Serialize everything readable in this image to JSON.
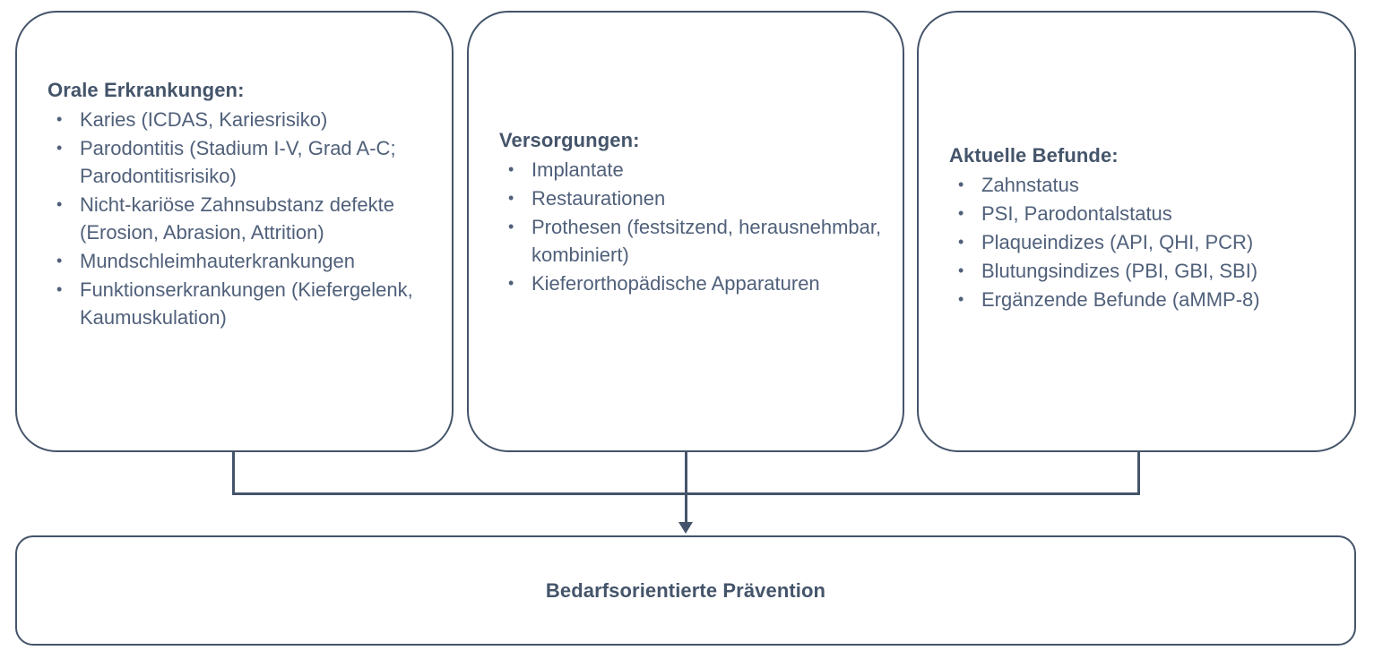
{
  "diagram": {
    "title_text": "Bedarfsorientierte Prävention",
    "accent_color": "#44546a",
    "text_color": "#50607a",
    "background_color": "#ffffff",
    "boxes": [
      {
        "id": "oral-diseases",
        "heading": "Orale Erkrankungen:",
        "items": [
          "Karies (ICDAS, Kariesrisiko)",
          "Parodontitis (Stadium I-V, Grad A-C; Parodontitisrisiko)",
          "Nicht-kariöse Zahnsubstanz defekte (Erosion, Abrasion, Attrition)",
          "Mundschleimhauterkrankungen",
          "Funktionserkrankungen (Kiefergelenk, Kaumuskulation)"
        ]
      },
      {
        "id": "treatments",
        "heading": "Versorgungen:",
        "items": [
          "Implantate",
          "Restaurationen",
          "Prothesen (festsitzend, herausnehmbar, kombiniert)",
          "Kieferorthopädische Apparaturen"
        ]
      },
      {
        "id": "current-findings",
        "heading": "Aktuelle Befunde:",
        "items": [
          "Zahnstatus",
          "PSI, Parodontalstatus",
          "Plaqueindizes (API, QHI, PCR)",
          "Blutungsindizes (PBI, GBI, SBI)",
          "Ergänzende Befunde (aMMP-8)"
        ]
      }
    ],
    "outcome": {
      "label": "Bedarfsorientierte Prävention"
    },
    "connector": {
      "arrow_icon": "arrow-down-icon",
      "direction": "down"
    }
  }
}
